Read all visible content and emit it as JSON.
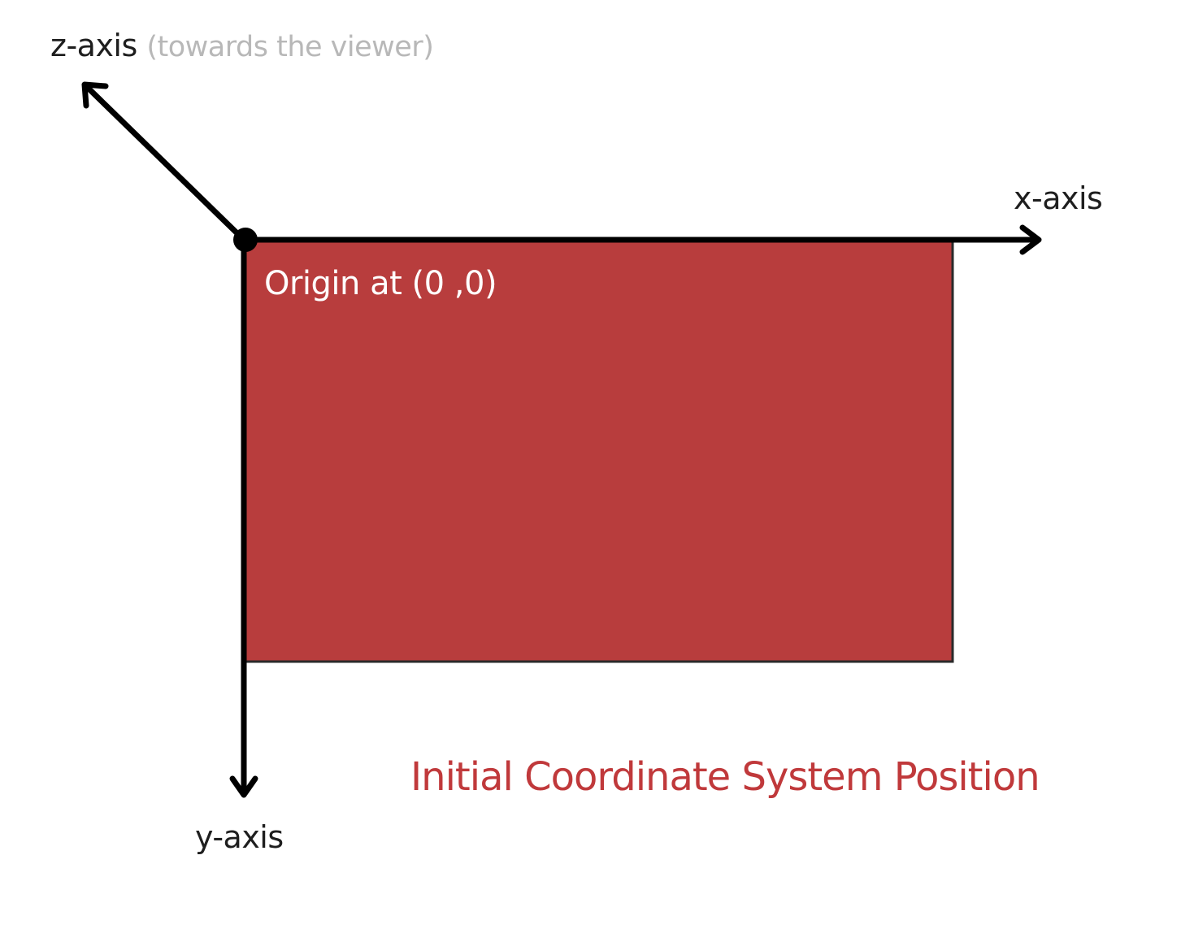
{
  "labels": {
    "z_axis": "z-axis",
    "z_axis_note": "(towards the viewer)",
    "x_axis": "x-axis",
    "y_axis": "y-axis",
    "origin": "Origin at (0 ,0)",
    "caption": "Initial Coordinate System Position"
  },
  "colors": {
    "rectangle_fill": "#b83d3d",
    "axis_stroke": "#000000",
    "caption_text": "#c0393b",
    "note_text": "#b8b8b8"
  },
  "icons": {
    "origin_marker": "filled-dot",
    "axis_arrowhead": "open-chevron-arrowhead"
  }
}
